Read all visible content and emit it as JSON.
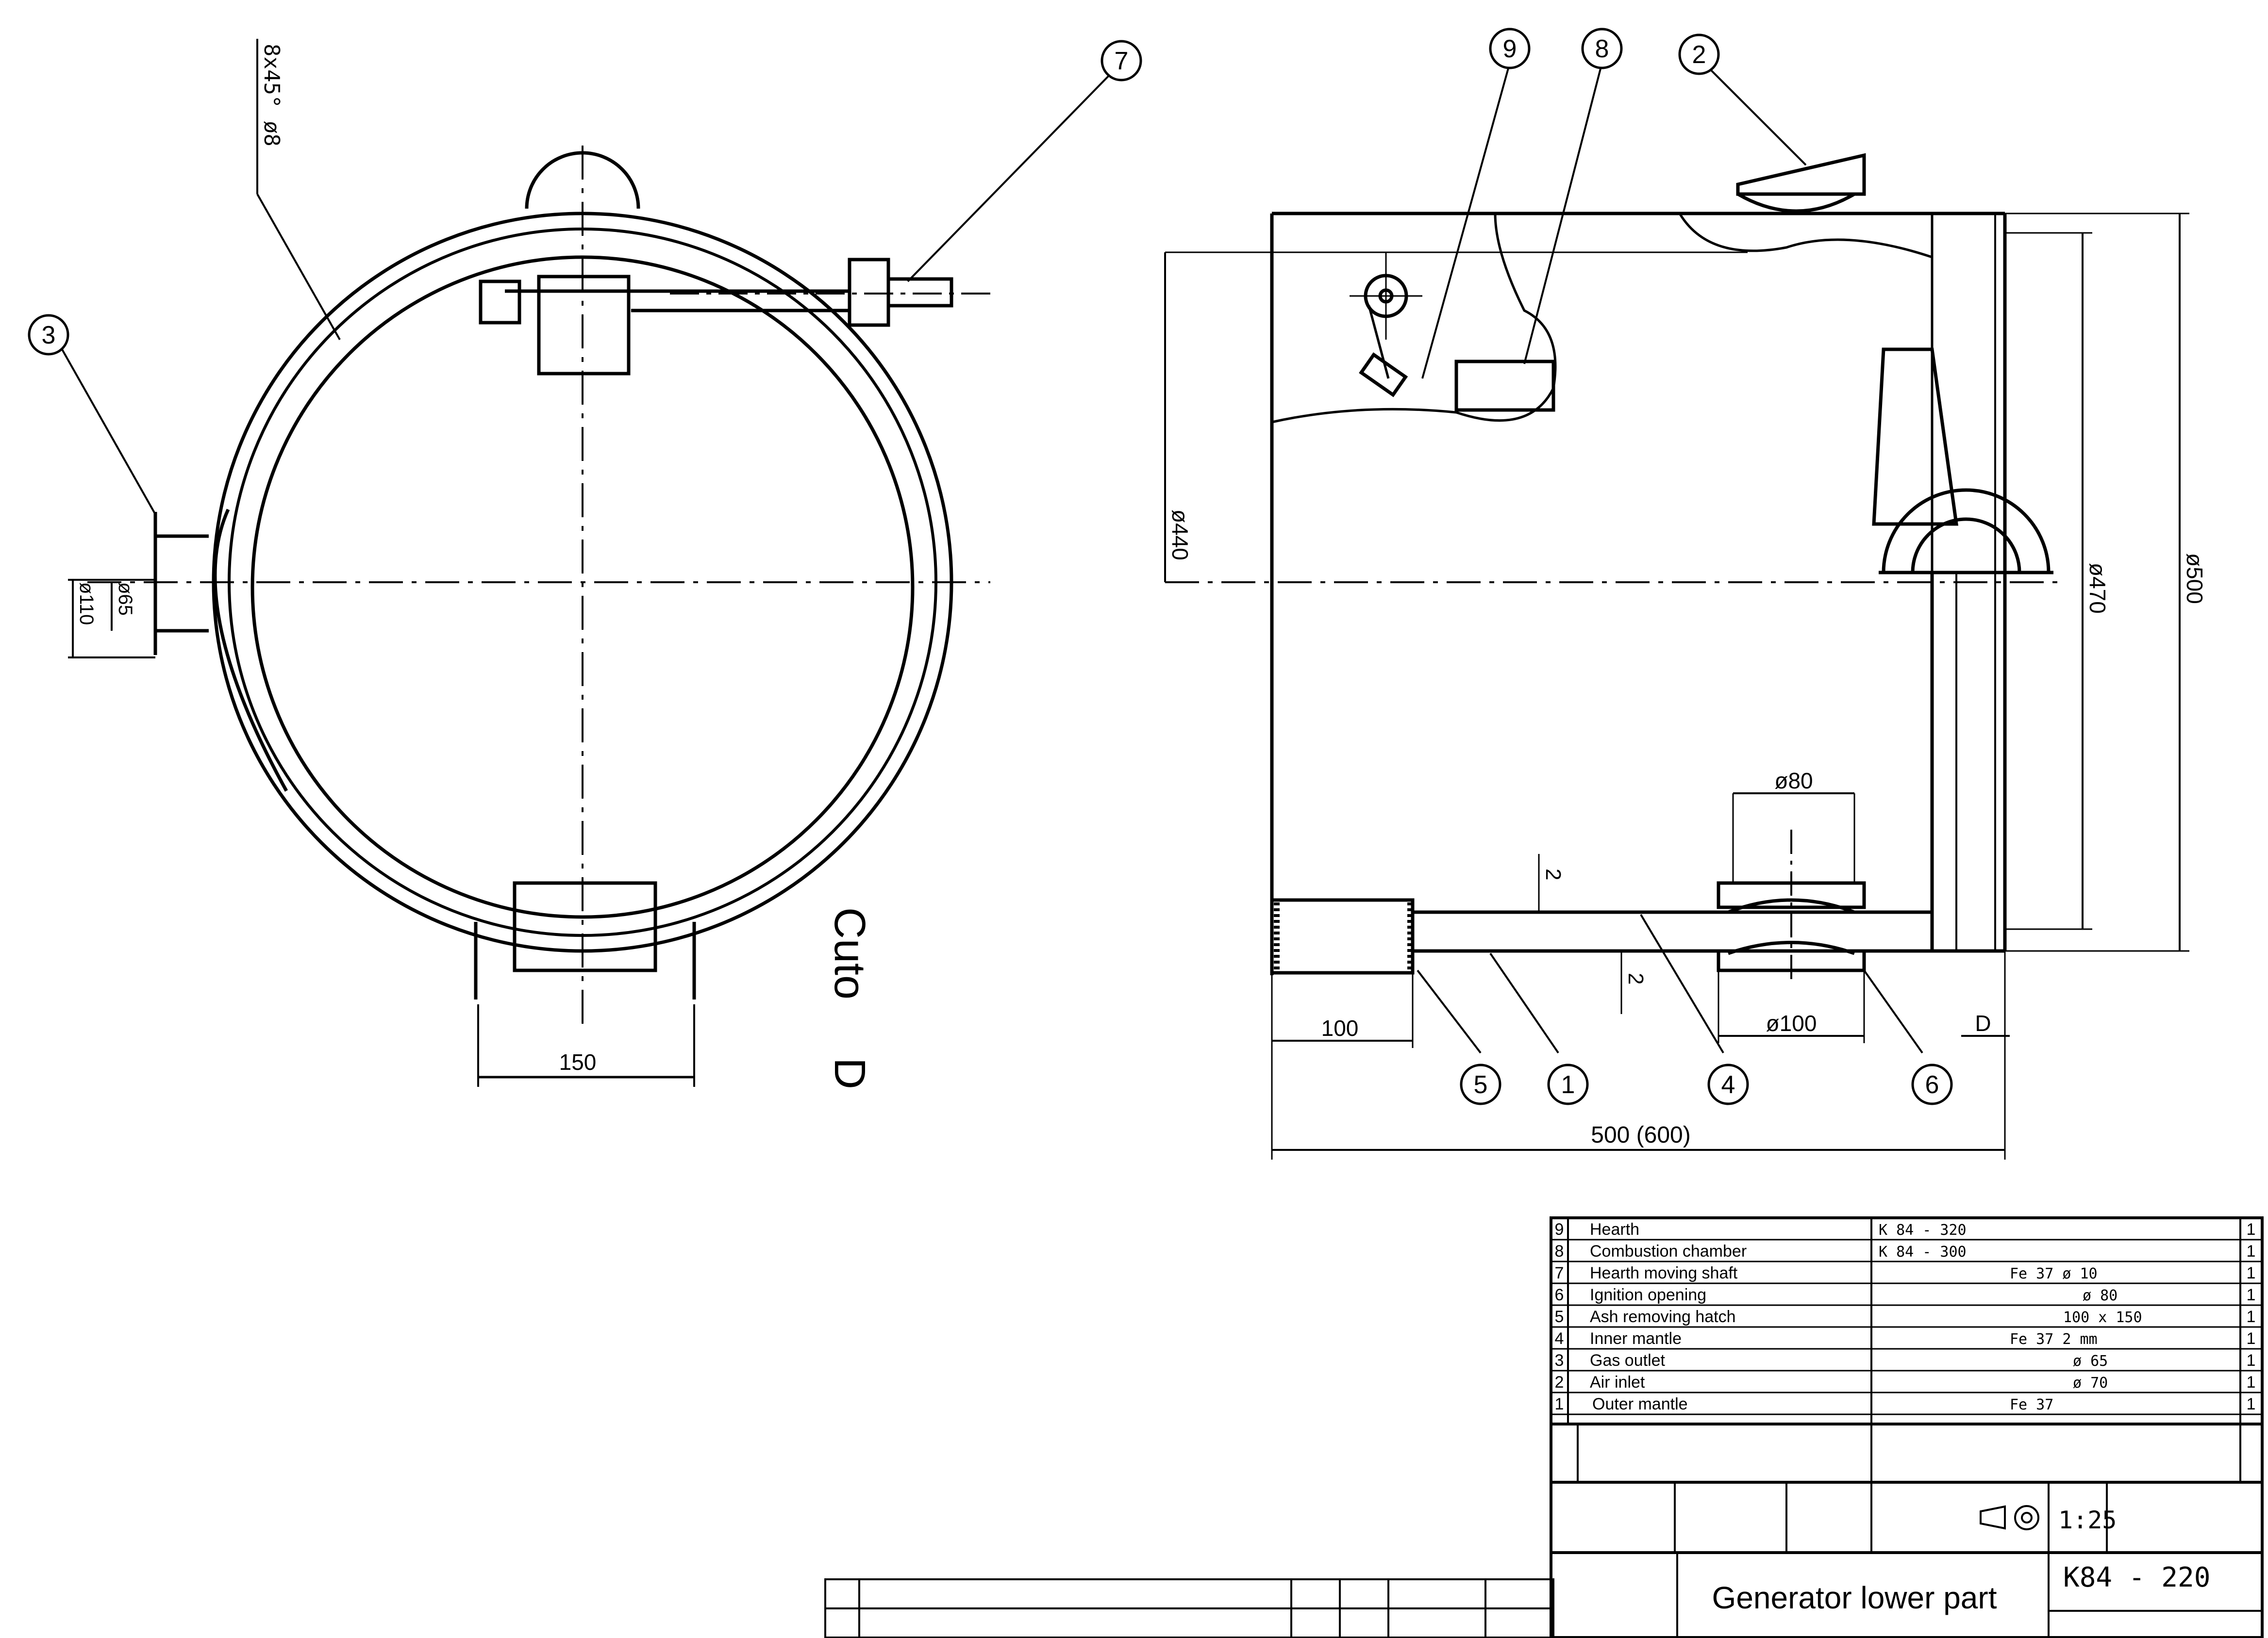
{
  "callouts": {
    "c1": "1",
    "c2": "2",
    "c3": "3",
    "c4": "4",
    "c5": "5",
    "c6": "6",
    "c7": "7",
    "c8": "8",
    "c9": "9"
  },
  "left_view": {
    "chamfer_note": "8x45° ø8",
    "dim_150": "150",
    "dim_65": "ø65",
    "dim_110": "ø110",
    "cut_label": "Cuto",
    "cut_letter": "D"
  },
  "right_view": {
    "dim_440": "ø440",
    "dim_470": "ø470",
    "dim_500": "ø500",
    "dim_80": "ø80",
    "dim_100d": "ø100",
    "dim_100": "100",
    "dim_2a": "2",
    "dim_2b": "2",
    "dim_D": "D",
    "dim_500_600": "500 (600)"
  },
  "parts_list": [
    {
      "no": "9",
      "name": "Hearth",
      "ref": "K 84 - 320",
      "spec": "",
      "qty": "1"
    },
    {
      "no": "8",
      "name": "Combustion chamber",
      "ref": "K 84 - 300",
      "spec": "",
      "qty": "1"
    },
    {
      "no": "7",
      "name": "Hearth moving shaft",
      "ref": "",
      "spec": "Fe 37  ø 10",
      "qty": "1"
    },
    {
      "no": "6",
      "name": "Ignition opening",
      "ref": "",
      "spec": "ø 80",
      "qty": "1"
    },
    {
      "no": "5",
      "name": "Ash removing hatch",
      "ref": "",
      "spec": "100 x 150",
      "qty": "1"
    },
    {
      "no": "4",
      "name": "Inner mantle",
      "ref": "",
      "spec": "Fe 37   2 mm",
      "qty": "1"
    },
    {
      "no": "3",
      "name": "Gas outlet",
      "ref": "",
      "spec": "ø 65",
      "qty": "1"
    },
    {
      "no": "2",
      "name": "Air inlet",
      "ref": "",
      "spec": "ø 70",
      "qty": "1"
    },
    {
      "no": "1",
      "name": "Outer mantle",
      "ref": "",
      "spec": "Fe 37",
      "qty": "1"
    }
  ],
  "title_block": {
    "title": "Generator lower part",
    "drawing_no": "K84 - 220",
    "scale": "1:25"
  }
}
